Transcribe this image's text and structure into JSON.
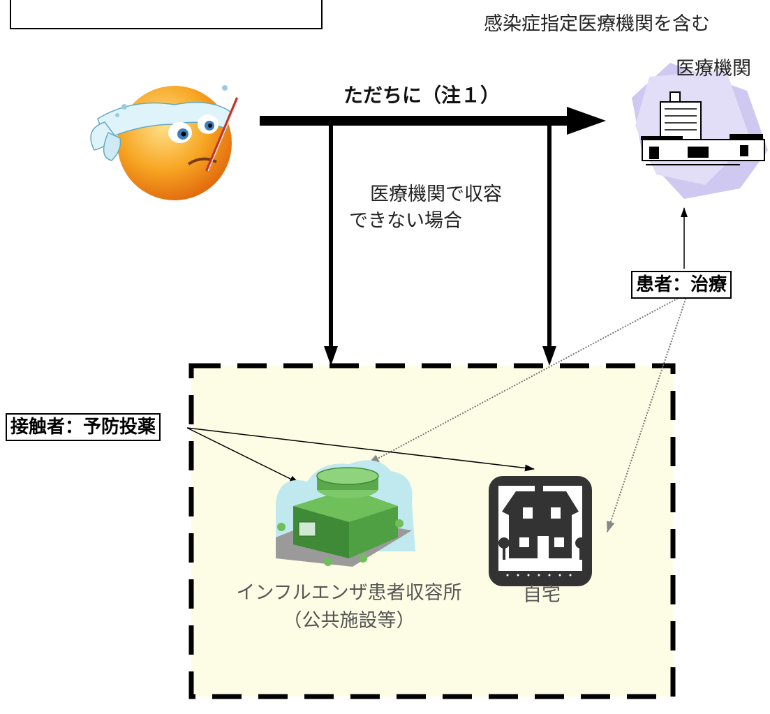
{
  "hospital": {
    "title_line1": "感染症指定医療機関を含む",
    "title_line2": "医療機関"
  },
  "arrow_label": "ただちに（注１）",
  "cannot_admit": {
    "line1": "医療機関で収容",
    "line2": "できない場合"
  },
  "patient_label": "患者：治療",
  "contact_label": "接触者：予防投薬",
  "shelter": {
    "line1": "インフルエンザ患者収容所",
    "line2": "（公共施設等）"
  },
  "home_label": "自宅",
  "colors": {
    "area_fill": "#fdfde6",
    "sun": "#f59a1a",
    "hospital_bg": "#cfc8f0",
    "shelter_building": "#5aa84a",
    "home_dark": "#333333"
  }
}
